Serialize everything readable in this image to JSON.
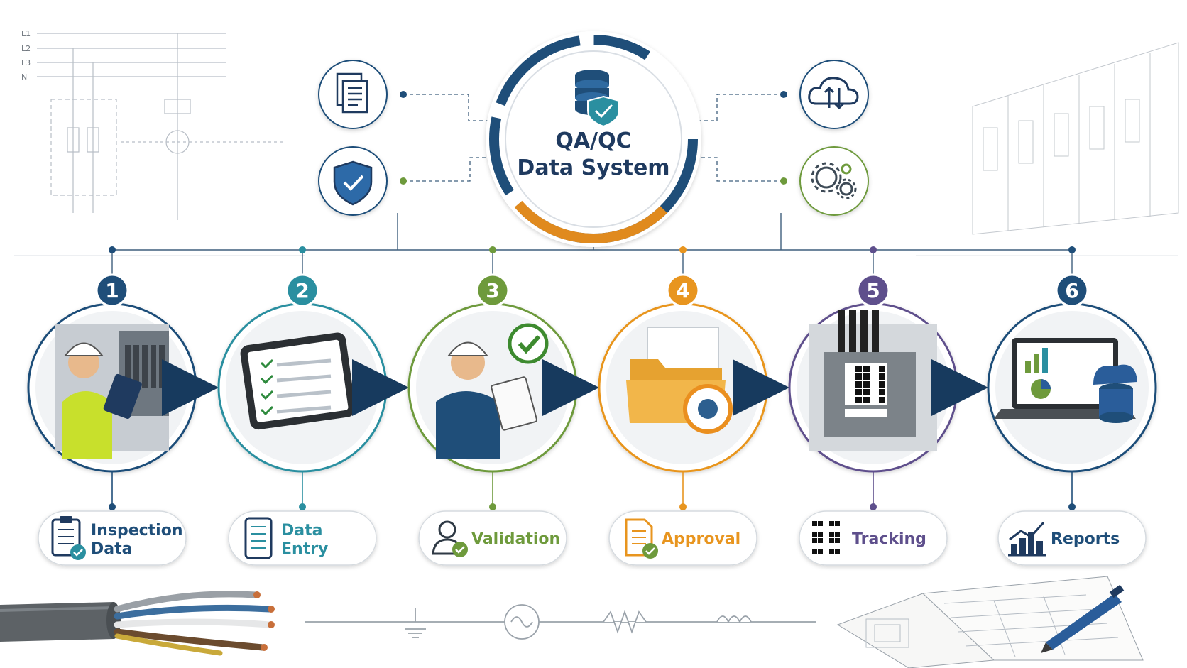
{
  "center": {
    "title_line1": "QA/QC",
    "title_line2": "Data System",
    "title_color": "#1f3a5f",
    "ring_colors": [
      "#1f4e79",
      "#e08a1e"
    ]
  },
  "satellite_icons": [
    {
      "name": "documents-icon"
    },
    {
      "name": "shield-check-icon"
    },
    {
      "name": "cloud-sync-icon"
    },
    {
      "name": "gears-icon"
    }
  ],
  "schematic_labels": [
    "L1",
    "L2",
    "L3",
    "N"
  ],
  "steps": [
    {
      "number": "1",
      "color": "#1f4e79",
      "image_icon": "inspector-tablet-icon",
      "label_lines": [
        "Inspection",
        "Data"
      ],
      "label_icon": "clipboard-check-icon"
    },
    {
      "number": "2",
      "color": "#2a8fa0",
      "image_icon": "tablet-checklist-icon",
      "label_lines": [
        "Data",
        "Entry"
      ],
      "label_icon": "tablet-icon"
    },
    {
      "number": "3",
      "color": "#6e9a3c",
      "image_icon": "inspector-clipboard-icon",
      "label_lines": [
        "Validation"
      ],
      "label_icon": "user-check-icon"
    },
    {
      "number": "4",
      "color": "#e8951f",
      "image_icon": "folder-sync-icon",
      "label_lines": [
        "Approval"
      ],
      "label_icon": "document-check-icon"
    },
    {
      "number": "5",
      "color": "#5e4f8c",
      "image_icon": "qr-equipment-icon",
      "label_lines": [
        "Tracking"
      ],
      "label_icon": "qr-code-icon"
    },
    {
      "number": "6",
      "color": "#1f4e79",
      "image_icon": "laptop-reports-icon",
      "label_lines": [
        "Reports"
      ],
      "label_icon": "bar-chart-icon"
    }
  ],
  "palette": {
    "navy": "#1f4e79",
    "teal": "#2a8fa0",
    "green": "#6e9a3c",
    "orange": "#e8951f",
    "purple": "#5e4f8c",
    "arrow": "#173a5e"
  }
}
